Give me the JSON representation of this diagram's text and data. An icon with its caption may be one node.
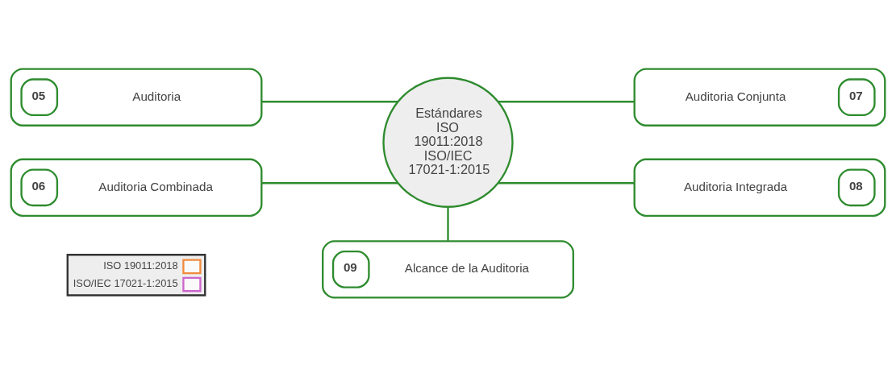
{
  "diagram": {
    "nodes": [
      {
        "text": [
          "Estándares ISO 19011:2018 ISO/IEC 17021-1:2015"
        ]
      },
      {
        "text": [
          "05",
          "Auditoria"
        ]
      },
      {
        "text": [
          "06",
          "Auditoria Combinada"
        ]
      },
      {
        "text": [
          "Auditoria Conjunta",
          "07"
        ]
      },
      {
        "text": [
          "Auditoria Integrada",
          "08"
        ]
      },
      {
        "text": [
          "09",
          "Alcance de la Auditoria"
        ]
      }
    ],
    "edges": [
      {
        "from": 1,
        "to": 0,
        "arrow": "none"
      },
      {
        "from": 2,
        "to": 0,
        "arrow": "none"
      },
      {
        "from": 0,
        "to": 3,
        "arrow": "none"
      },
      {
        "from": 0,
        "to": 4,
        "arrow": "none"
      },
      {
        "from": 0,
        "to": 5,
        "arrow": "none"
      }
    ],
    "legend": [
      {
        "text": "ISO 19011:2018",
        "color": "#f08a3c"
      },
      {
        "text": "ISO/IEC 17021-1:2015",
        "color": "#cc66cc"
      }
    ]
  }
}
